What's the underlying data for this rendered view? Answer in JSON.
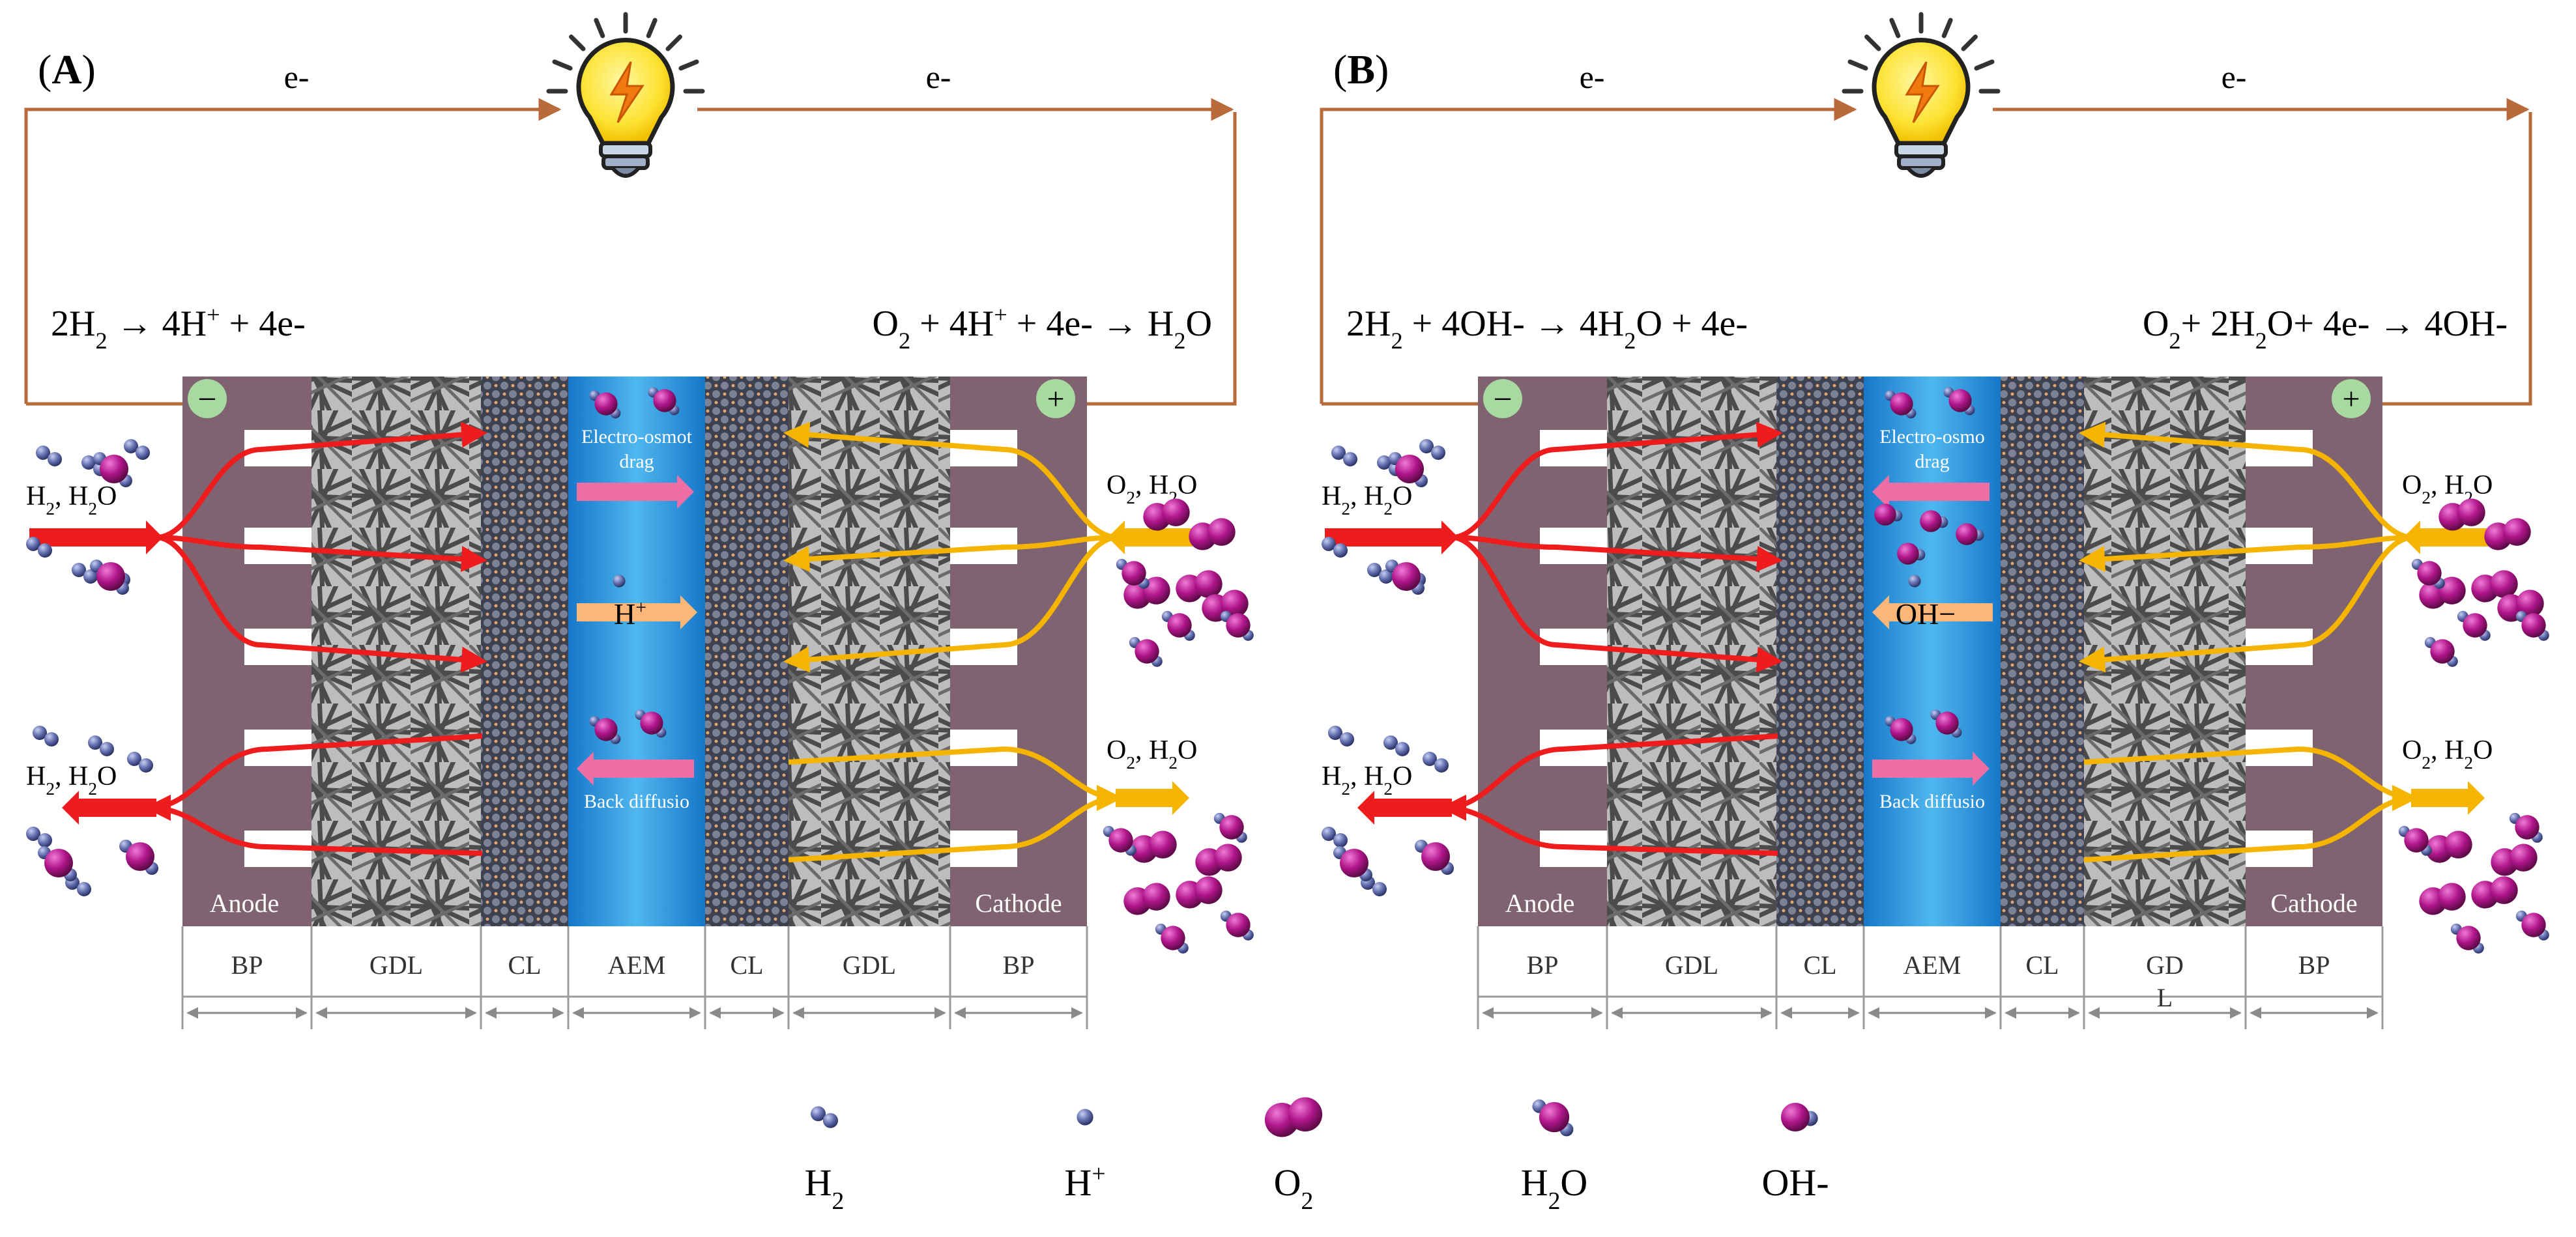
{
  "panels": [
    {
      "id": "A",
      "panel_label_open": "(",
      "panel_label_letter": "A",
      "panel_label_close": ")",
      "electron_left": "e-",
      "electron_right": "e-",
      "anode_reaction": "2H2 → 4H+ + 4e-",
      "cathode_reaction": "O2 + 4H+ + 4e- → H2O",
      "minus_sign": "−",
      "plus_sign": "+",
      "inlet_left": "H2,  H2O",
      "outlet_left": "H2,  H2O",
      "inlet_right": "O2,  H2O",
      "outlet_right": "O2,  H2O",
      "membrane_top": "Electro-osmot",
      "membrane_drag": "drag",
      "membrane_ion": "H+",
      "membrane_back": "Back diffusio",
      "anode_label": "Anode",
      "cathode_label": "Cathode",
      "segments": [
        "BP",
        "GDL",
        "CL",
        "AEM",
        "CL",
        "GDL",
        "BP"
      ]
    },
    {
      "id": "B",
      "panel_label_open": "(",
      "panel_label_letter": "B",
      "panel_label_close": ")",
      "electron_left": "e-",
      "electron_right": "e-",
      "anode_reaction": "2H2 + 4OH- → 4H2O + 4e-",
      "cathode_reaction": "O2+ 2H2O+ 4e- → 4OH-",
      "minus_sign": "−",
      "plus_sign": "+",
      "inlet_left": "H2,  H2O",
      "outlet_left": "H2,  H2O",
      "inlet_right": "O2,  H2O",
      "outlet_right": "O2,  H2O",
      "membrane_top": "Electro-osmo",
      "membrane_drag": "drag",
      "membrane_ion": "OH−",
      "membrane_back": "Back diffusio",
      "anode_label": "Anode",
      "cathode_label": "Cathode",
      "segments": [
        "BP",
        "GDL",
        "CL",
        "AEM",
        "CL",
        "GD",
        "BP"
      ],
      "segment_extra": "L"
    }
  ],
  "legend": [
    {
      "species": "h2",
      "label": "H2"
    },
    {
      "species": "hplus",
      "label": "H+"
    },
    {
      "species": "o2",
      "label": "O2"
    },
    {
      "species": "h2o",
      "label": "H2O"
    },
    {
      "species": "oh",
      "label": "OH-"
    }
  ],
  "colors": {
    "wire": "#b86a3a",
    "bipolar_plate": "#7f6370",
    "membrane": "#2e9fe0",
    "anode_flow": "#ee1c1c",
    "cathode_flow": "#f5b400",
    "oxygen_atom": "#a0127a",
    "hydrogen_atom": "#5e6aa6",
    "electrode_badge": "#a7d9a0"
  },
  "icons": [
    "light-bulb-icon"
  ]
}
